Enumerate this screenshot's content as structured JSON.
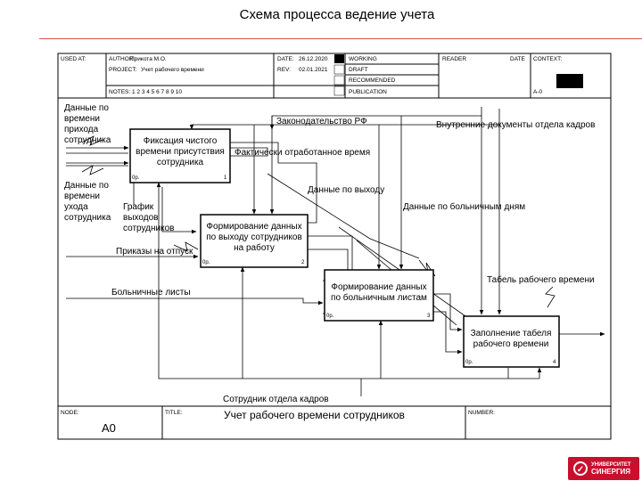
{
  "page_title": "Схема процесса ведение учета",
  "header": {
    "used_at": "USED AT:",
    "author_label": "AUTHOR:",
    "author": "Прикота М.О.",
    "project_label": "PROJECT:",
    "project": "Учет рабочего времени",
    "notes": "NOTES:  1  2  3  4  5  6  7  8  9  10",
    "date_label": "DATE:",
    "date": "26.12.2020",
    "rev_label": "REV:",
    "rev": "02.01.2021",
    "working": "WORKING",
    "draft": "DRAFT",
    "recommended": "RECOMMENDED",
    "publication": "PUBLICATION",
    "reader": "READER",
    "reader_date": "DATE",
    "context": "CONTEXT:",
    "node_ref": "A-0"
  },
  "footer": {
    "node_label": "NODE:",
    "node": "A0",
    "title_label": "TITLE:",
    "title": "Учет рабочего времени сотрудников",
    "number_label": "NUMBER:"
  },
  "boxes": [
    {
      "id": "b1",
      "lines": [
        "Фиксация чистого",
        "времени присутствия",
        "сотрудника"
      ],
      "cost": "0р.",
      "num": "1"
    },
    {
      "id": "b2",
      "lines": [
        "Формирование данных",
        "по выходу сотрудников",
        "на работу"
      ],
      "cost": "0р.",
      "num": "2"
    },
    {
      "id": "b3",
      "lines": [
        "Формирование данных",
        "по больничным листам"
      ],
      "cost": "0р.",
      "num": "3"
    },
    {
      "id": "b4",
      "lines": [
        "Заполнение табеля",
        "рабочего времени"
      ],
      "cost": "0р.",
      "num": "4"
    }
  ],
  "arrow_labels": [
    {
      "id": "in-arrival",
      "lines": [
        "Данные по",
        "времени",
        "прихода",
        "сотрудника"
      ]
    },
    {
      "id": "in-leave",
      "lines": [
        "Данные по",
        "времени",
        "ухода",
        "сотрудника"
      ]
    },
    {
      "id": "schedule",
      "lines": [
        "График",
        "выходов",
        "сотрудников"
      ]
    },
    {
      "id": "orders",
      "lines": [
        "Приказы на отпуск"
      ]
    },
    {
      "id": "sick-sheets",
      "lines": [
        "Больничные листы"
      ]
    },
    {
      "id": "law",
      "lines": [
        "Законодательство РФ"
      ]
    },
    {
      "id": "internal-docs",
      "lines": [
        "Внутренние документы отдела кадров"
      ]
    },
    {
      "id": "actual-time",
      "lines": [
        "Фактически отработанное время"
      ]
    },
    {
      "id": "attendance-data",
      "lines": [
        "Данные по выходу"
      ]
    },
    {
      "id": "sick-data",
      "lines": [
        "Данные по больничным дням"
      ]
    },
    {
      "id": "timesheet",
      "lines": [
        "Табель рабочего времени"
      ]
    },
    {
      "id": "hr-employee",
      "lines": [
        "Сотрудник отдела кадров"
      ]
    }
  ],
  "logo": {
    "line1": "УНИВЕРСИТЕТ",
    "line2": "СИНЕРГИЯ"
  }
}
